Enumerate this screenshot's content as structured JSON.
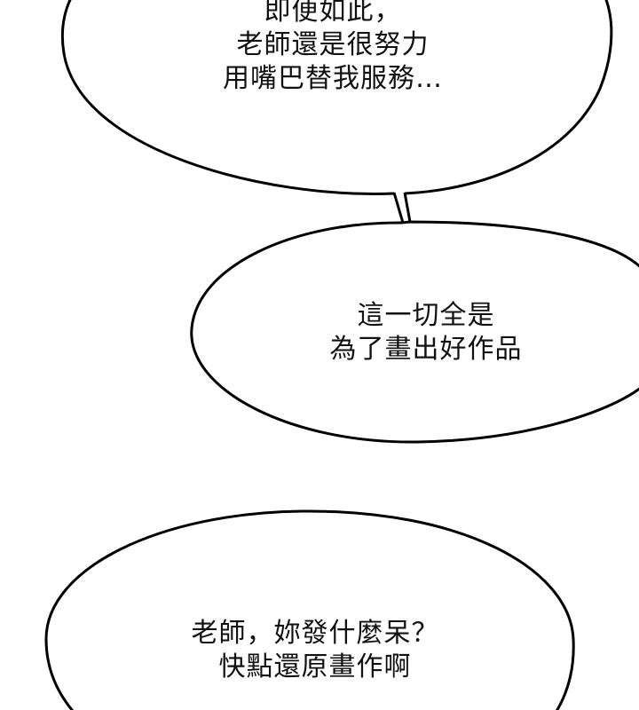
{
  "bubbles": [
    {
      "lines": [
        "即便如此，",
        "老師還是很努力",
        "用嘴巴替我服務…"
      ]
    },
    {
      "lines": [
        "這一切全是",
        "為了畫出好作品"
      ]
    },
    {
      "lines": [
        "老師，妳發什麼呆？",
        "快點還原畫作啊"
      ]
    }
  ],
  "colors": {
    "background": "#ffffff",
    "outline": "#000000",
    "text": "#111111"
  }
}
